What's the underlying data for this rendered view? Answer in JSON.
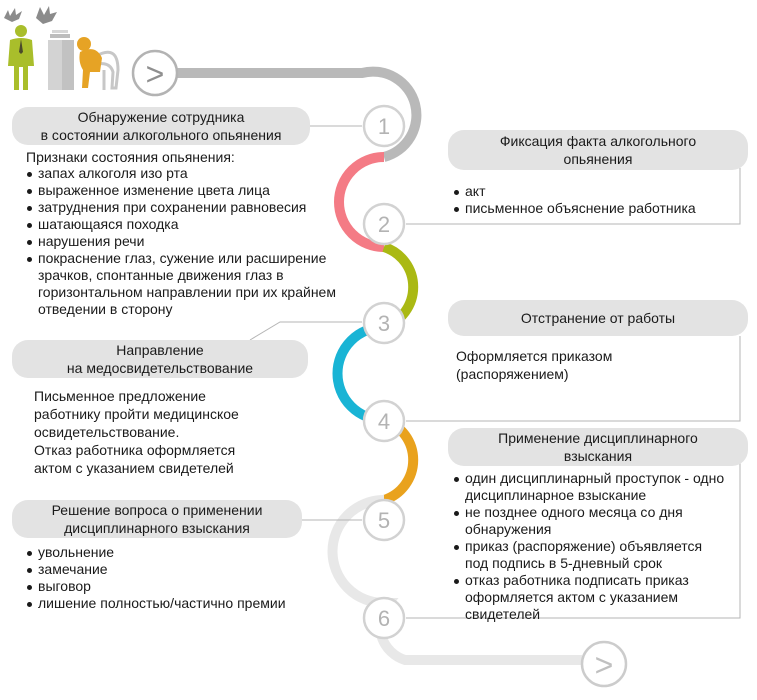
{
  "colors": {
    "gray": "#b9b9b9",
    "pink": "#f47b85",
    "green": "#aab913",
    "blue": "#19b4d5",
    "orange": "#e9a21d",
    "light": "#e8e8e8",
    "pill": "#e3e3e3"
  },
  "icons": {
    "start": ">",
    "end": ">"
  },
  "steps": [
    {
      "num": "1"
    },
    {
      "num": "2"
    },
    {
      "num": "3"
    },
    {
      "num": "4"
    },
    {
      "num": "5"
    },
    {
      "num": "6"
    }
  ],
  "s1": {
    "title_l1": "Обнаружение сотрудника",
    "title_l2": "в состоянии алкогольного опьянения",
    "intro": "Признаки состояния опьянения:",
    "items": [
      "запах алкоголя изо рта",
      "выраженное изменение цвета лица",
      "затруднения при сохранении равновесия",
      "шатающаяся походка",
      "нарушения речи",
      "покраснение глаз, сужение или расширение зрачков, спонтанные движения глаз в горизонтальном направлении при их крайнем отведении в сторону"
    ]
  },
  "s2": {
    "title_l1": "Фиксация факта алкогольного",
    "title_l2": "опьянения",
    "items": [
      "акт",
      "письменное объяснение работника"
    ]
  },
  "s3": {
    "title": "Отстранение от работы",
    "body_l1": "Оформляется приказом",
    "body_l2": "(распоряжением)"
  },
  "s4": {
    "title_l1": "Направление",
    "title_l2": "на медосвидетельствование",
    "body": [
      "Письменное предложение",
      "работнику пройти медицинское",
      "освидетельствование.",
      "Отказ работника оформляется",
      "актом с указанием свидетелей"
    ]
  },
  "s5": {
    "title_l1": "Применение дисциплинарного",
    "title_l2": "взыскания",
    "items": [
      "один дисциплинарный проступок - одно дисциплинарное взыскание",
      "не позднее одного месяца со дня обнаружения",
      "приказ (распоряжение) объявляется под подпись в 5-дневный срок",
      "отказ работника подписать приказ оформляется актом с указанием свидетелей"
    ]
  },
  "s6": {
    "title_l1": "Решение вопроса о применении",
    "title_l2": "дисциплинарного взыскания",
    "items": [
      "увольнение",
      "замечание",
      "выговор",
      "лишение полностью/частично премии"
    ]
  }
}
